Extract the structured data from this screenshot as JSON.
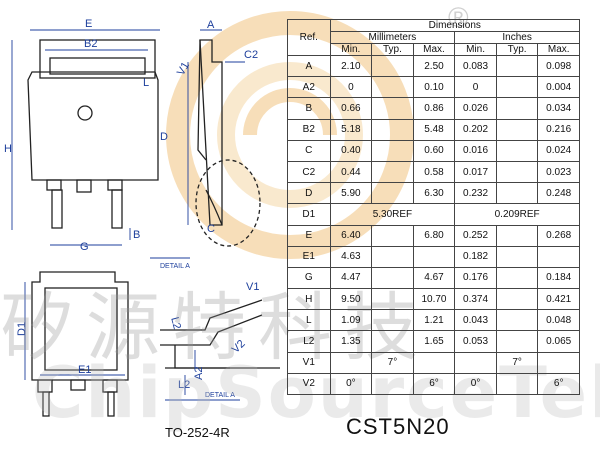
{
  "brand": {
    "watermark_cn": "矽源特科技",
    "watermark_en": "ChipSourceTek",
    "registered_mark": "®"
  },
  "package_label": "TO-252-4R",
  "part_number": "CST5N20",
  "drawing_labels": {
    "E": "E",
    "B2": "B2",
    "A": "A",
    "C2": "C2",
    "V1": "V1",
    "L": "L",
    "H": "H",
    "D": "D",
    "C": "C",
    "G": "G",
    "B": "B",
    "detail_a": "DETAIL A",
    "D1": "D1",
    "E1": "E1",
    "V1b": "V1",
    "L2": "L2",
    "A2": "A2",
    "L2b": "L2",
    "detail_a2": "DETAIL A"
  },
  "table": {
    "ref_header": "Ref.",
    "dimensions_header": "Dimensions",
    "mm_header": "Millimeters",
    "in_header": "Inches",
    "sub_headers": [
      "Min.",
      "Typ.",
      "Max.",
      "Min.",
      "Typ.",
      "Max."
    ],
    "rows": [
      {
        "ref": "A",
        "mm_min": "2.10",
        "mm_typ": "",
        "mm_max": "2.50",
        "in_min": "0.083",
        "in_typ": "",
        "in_max": "0.098"
      },
      {
        "ref": "A2",
        "mm_min": "0",
        "mm_typ": "",
        "mm_max": "0.10",
        "in_min": "0",
        "in_typ": "",
        "in_max": "0.004"
      },
      {
        "ref": "B",
        "mm_min": "0.66",
        "mm_typ": "",
        "mm_max": "0.86",
        "in_min": "0.026",
        "in_typ": "",
        "in_max": "0.034"
      },
      {
        "ref": "B2",
        "mm_min": "5.18",
        "mm_typ": "",
        "mm_max": "5.48",
        "in_min": "0.202",
        "in_typ": "",
        "in_max": "0.216"
      },
      {
        "ref": "C",
        "mm_min": "0.40",
        "mm_typ": "",
        "mm_max": "0.60",
        "in_min": "0.016",
        "in_typ": "",
        "in_max": "0.024"
      },
      {
        "ref": "C2",
        "mm_min": "0.44",
        "mm_typ": "",
        "mm_max": "0.58",
        "in_min": "0.017",
        "in_typ": "",
        "in_max": "0.023"
      },
      {
        "ref": "D",
        "mm_min": "5.90",
        "mm_typ": "",
        "mm_max": "6.30",
        "in_min": "0.232",
        "in_typ": "",
        "in_max": "0.248"
      },
      {
        "ref": "D1",
        "mm_ref": "5.30REF",
        "in_ref": "0.209REF"
      },
      {
        "ref": "E",
        "mm_min": "6.40",
        "mm_typ": "",
        "mm_max": "6.80",
        "in_min": "0.252",
        "in_typ": "",
        "in_max": "0.268"
      },
      {
        "ref": "E1",
        "mm_min": "4.63",
        "mm_typ": "",
        "mm_max": "",
        "in_min": "0.182",
        "in_typ": "",
        "in_max": ""
      },
      {
        "ref": "G",
        "mm_min": "4.47",
        "mm_typ": "",
        "mm_max": "4.67",
        "in_min": "0.176",
        "in_typ": "",
        "in_max": "0.184"
      },
      {
        "ref": "H",
        "mm_min": "9.50",
        "mm_typ": "",
        "mm_max": "10.70",
        "in_min": "0.374",
        "in_typ": "",
        "in_max": "0.421"
      },
      {
        "ref": "L",
        "mm_min": "1.09",
        "mm_typ": "",
        "mm_max": "1.21",
        "in_min": "0.043",
        "in_typ": "",
        "in_max": "0.048"
      },
      {
        "ref": "L2",
        "mm_min": "1.35",
        "mm_typ": "",
        "mm_max": "1.65",
        "in_min": "0.053",
        "in_typ": "",
        "in_max": "0.065"
      },
      {
        "ref": "V1",
        "mm_min": "",
        "mm_typ": "7°",
        "mm_max": "",
        "in_min": "",
        "in_typ": "7°",
        "in_max": ""
      },
      {
        "ref": "V2",
        "mm_min": "0°",
        "mm_typ": "",
        "mm_max": "6°",
        "in_min": "0°",
        "in_typ": "",
        "in_max": "6°"
      }
    ]
  },
  "colors": {
    "dimension_blue": "#1d3f9c",
    "outline": "#222222",
    "watermark_orange": "#f5d6a8"
  }
}
